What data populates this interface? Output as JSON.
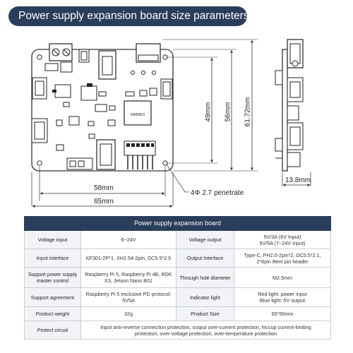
{
  "header": {
    "title": "Power supply expansion board size parameters"
  },
  "dimensions": {
    "width": "58mm",
    "overall_width": "65mm",
    "hole": "4Φ 2.7 penetrate",
    "height_49": "49mm",
    "height_56": "56mm",
    "height_61": "61.72mm",
    "depth": "13.8mm"
  },
  "board_marking": "WM0903",
  "table": {
    "title": "Power supply expansion board",
    "rows": [
      {
        "l1": "Voltage input",
        "v1": "6~24V",
        "l2": "Voltage output",
        "v2": "5V/3A (6V Input)\n5V/5A (7~24V Input)"
      },
      {
        "l1": "Input interface",
        "v1": "KF301-2P*1,  XH2.54-2pin,  DC5.5*2.5",
        "l2": "Output Interface",
        "v2": "Type-C,  PH2.0-2pin*2,  DC5.5*2.1,\n2*6pin Bent pin header"
      },
      {
        "l1": "Support power supply\nmaster control",
        "v1": "Raspberry Pi 5,  Raspberry Pi 4B,  RDK\nX3,  Jetson Nano B01",
        "l2": "Through hole diameter",
        "v2": "M2.5mm"
      },
      {
        "l1": "Support agreement",
        "v1": "Raspberry Pi 5 exclusive PD protocol:\n5V5A",
        "l2": "Indicator light",
        "v2": "Red light: power input\nBlue light: 5V output"
      },
      {
        "l1": "Product weight",
        "v1": "32g",
        "l2": "Product Size",
        "v2": "65*56mm"
      }
    ],
    "protect": {
      "label": "Protect circuit",
      "value": "Input anti-reverse connection protection, output over-current protection, hiccup current-limiting\nprotection, over-voltage protection, over-temperature protection"
    }
  }
}
